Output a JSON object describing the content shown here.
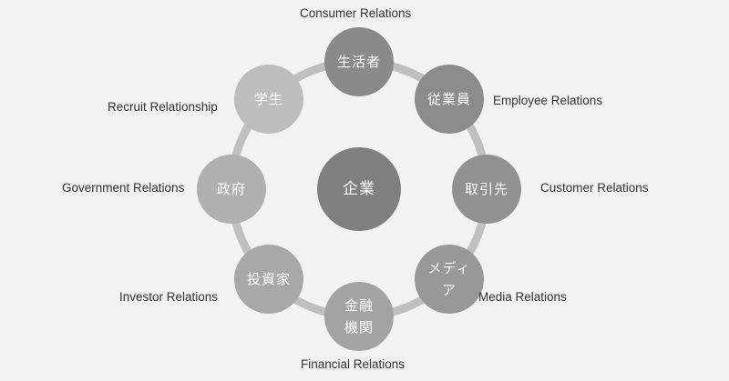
{
  "center": {
    "text": "企業",
    "color": "#7f7f7f"
  },
  "nodes": [
    {
      "id": "consumer",
      "text": "生活者",
      "label": "Consumer Relations",
      "color": "#8a8a8a"
    },
    {
      "id": "employee",
      "text": "従業員",
      "label": "Employee Relations",
      "color": "#8c8c8c"
    },
    {
      "id": "customer",
      "text": "取引先",
      "label": "Customer Relations",
      "color": "#919191"
    },
    {
      "id": "media",
      "text": "メディ\nア",
      "label": "Media Relations",
      "color": "#989898"
    },
    {
      "id": "financial",
      "text": "金融\n機関",
      "label": "Financial Relations",
      "color": "#a3a3a3"
    },
    {
      "id": "investor",
      "text": "投資家",
      "label": "Investor Relations",
      "color": "#a8a8a8"
    },
    {
      "id": "government",
      "text": "政府",
      "label": "Government Relations",
      "color": "#b0b0b0"
    },
    {
      "id": "recruit",
      "text": "学生",
      "label": "Recruit Relationship",
      "color": "#bdbdbd"
    }
  ],
  "ring_color": "#bfbfbf"
}
